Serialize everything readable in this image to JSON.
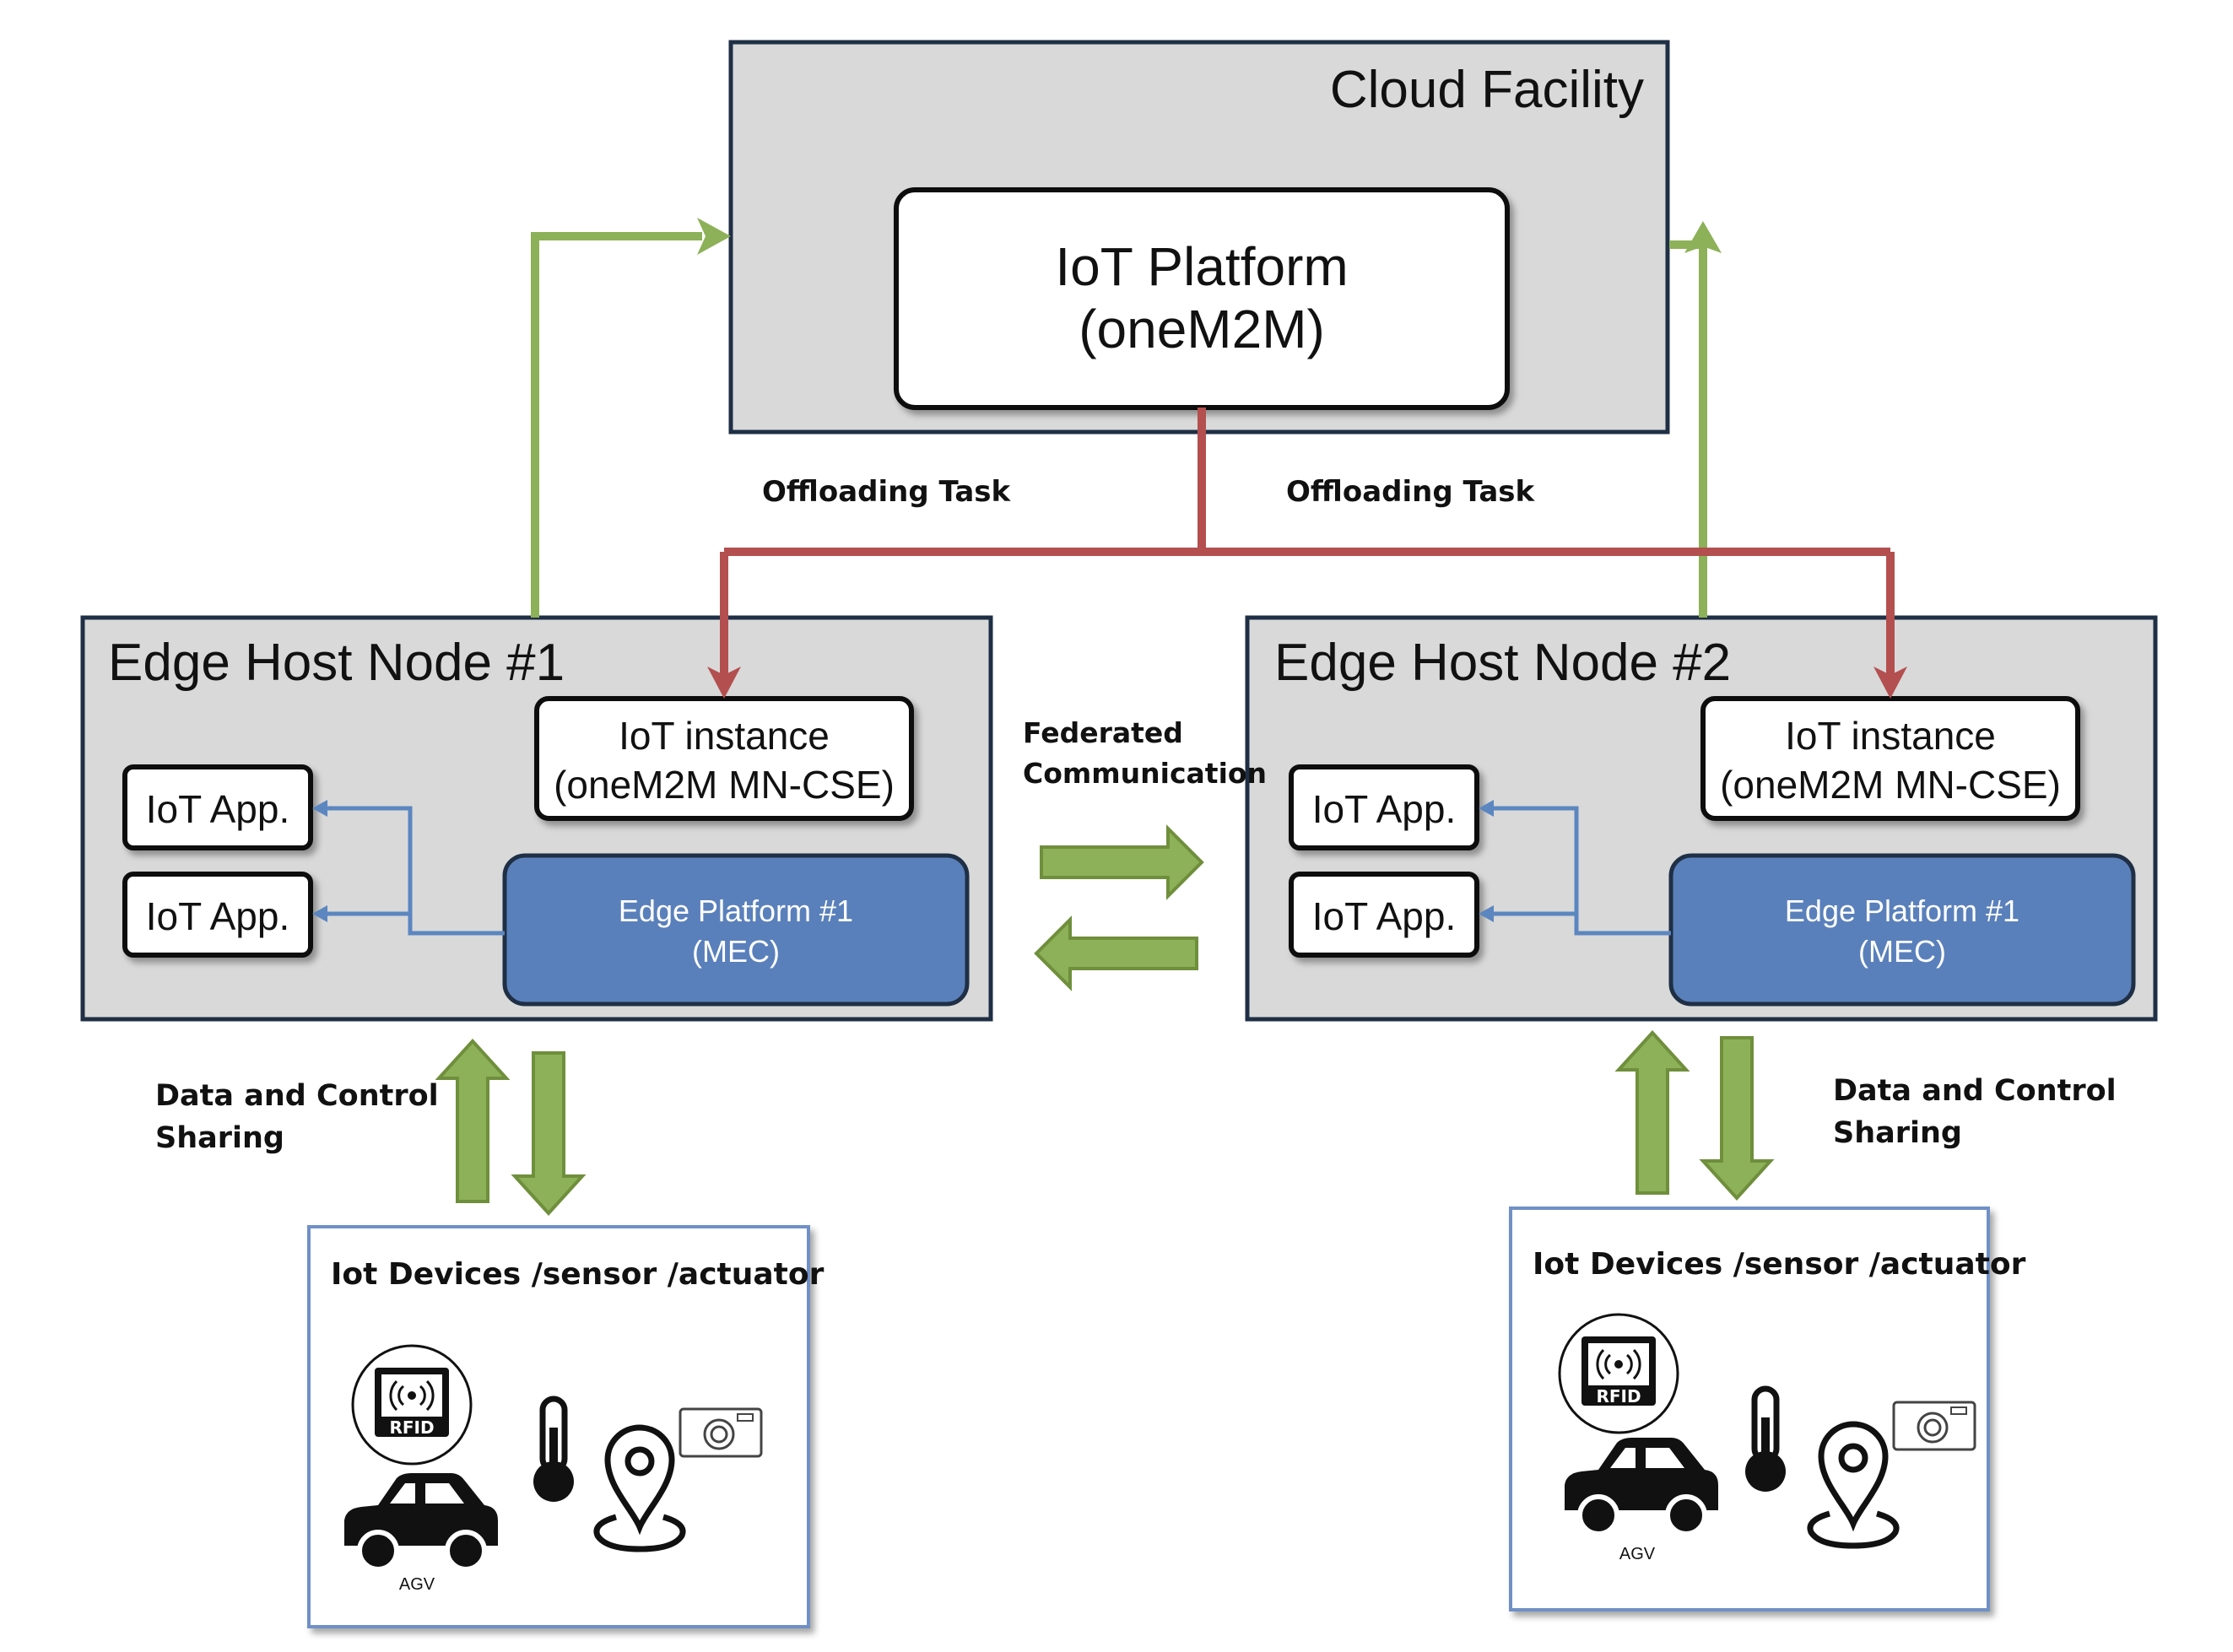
{
  "cloud": {
    "title": "Cloud Facility",
    "platform_line1": "IoT Platform",
    "platform_line2": "(oneM2M)"
  },
  "offloading": {
    "left_label": "Offloading Task",
    "right_label": "Offloading Task"
  },
  "edge1": {
    "title": "Edge Host Node #1",
    "instance_line1": "IoT instance",
    "instance_line2": "(oneM2M MN-CSE)",
    "app1": "IoT App.",
    "app2": "IoT App.",
    "platform_line1": "Edge Platform #1",
    "platform_line2": "(MEC)"
  },
  "edge2": {
    "title": "Edge Host Node #2",
    "instance_line1": "IoT instance",
    "instance_line2": "(oneM2M MN-CSE)",
    "app1": "IoT App.",
    "app2": "IoT App.",
    "platform_line1": "Edge Platform #1",
    "platform_line2": "(MEC)"
  },
  "federated": {
    "line1": "Federated",
    "line2": "Communication"
  },
  "sharing_left": {
    "line1": "Data and Control",
    "line2": "Sharing"
  },
  "sharing_right": {
    "line1": "Data and Control",
    "line2": "Sharing"
  },
  "devices_left": {
    "title": "Iot Devices /sensor /actuator",
    "rfid": "RFID",
    "agv": "AGV"
  },
  "devices_right": {
    "title": "Iot Devices /sensor /actuator",
    "rfid": "RFID",
    "agv": "AGV"
  },
  "icons": [
    "rfid-icon",
    "car-icon",
    "thermometer-icon",
    "location-pin-icon",
    "camera-icon"
  ],
  "colors": {
    "box_fill": "#d9d9d9",
    "box_border": "#1f2f45",
    "green_arrow": "#8db158",
    "red_arrow": "#b44f4f",
    "blue_line": "#5b86c0",
    "edge_platform": "#5a80bb"
  }
}
